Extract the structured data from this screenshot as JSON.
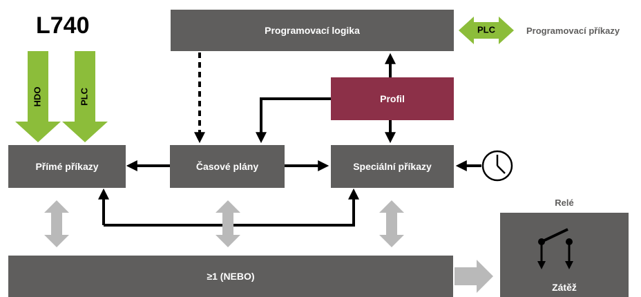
{
  "title": "L740",
  "inputs": {
    "hdo": "HDO",
    "plc": "PLC"
  },
  "boxes": {
    "programming_logic": "Programovací logika",
    "profile": "Profil",
    "direct_commands": "Přímé příkazy",
    "time_schedules": "Časové plány",
    "special_commands": "Speciální příkazy",
    "or_block": "≥1 (NEBO)",
    "load": "Zátěž"
  },
  "plc_link": {
    "label": "PLC",
    "description": "Programovací příkazy"
  },
  "relay_label": "Relé",
  "icons": {
    "clock": "clock-icon",
    "relay_switch": "relay-switch-icon"
  },
  "colors": {
    "box_gray": "#5f5e5d",
    "profile": "#8c3048",
    "plc_green": "#8cbd3a",
    "arrow_gray": "#b9b9b9",
    "arrow_black": "#000000"
  }
}
